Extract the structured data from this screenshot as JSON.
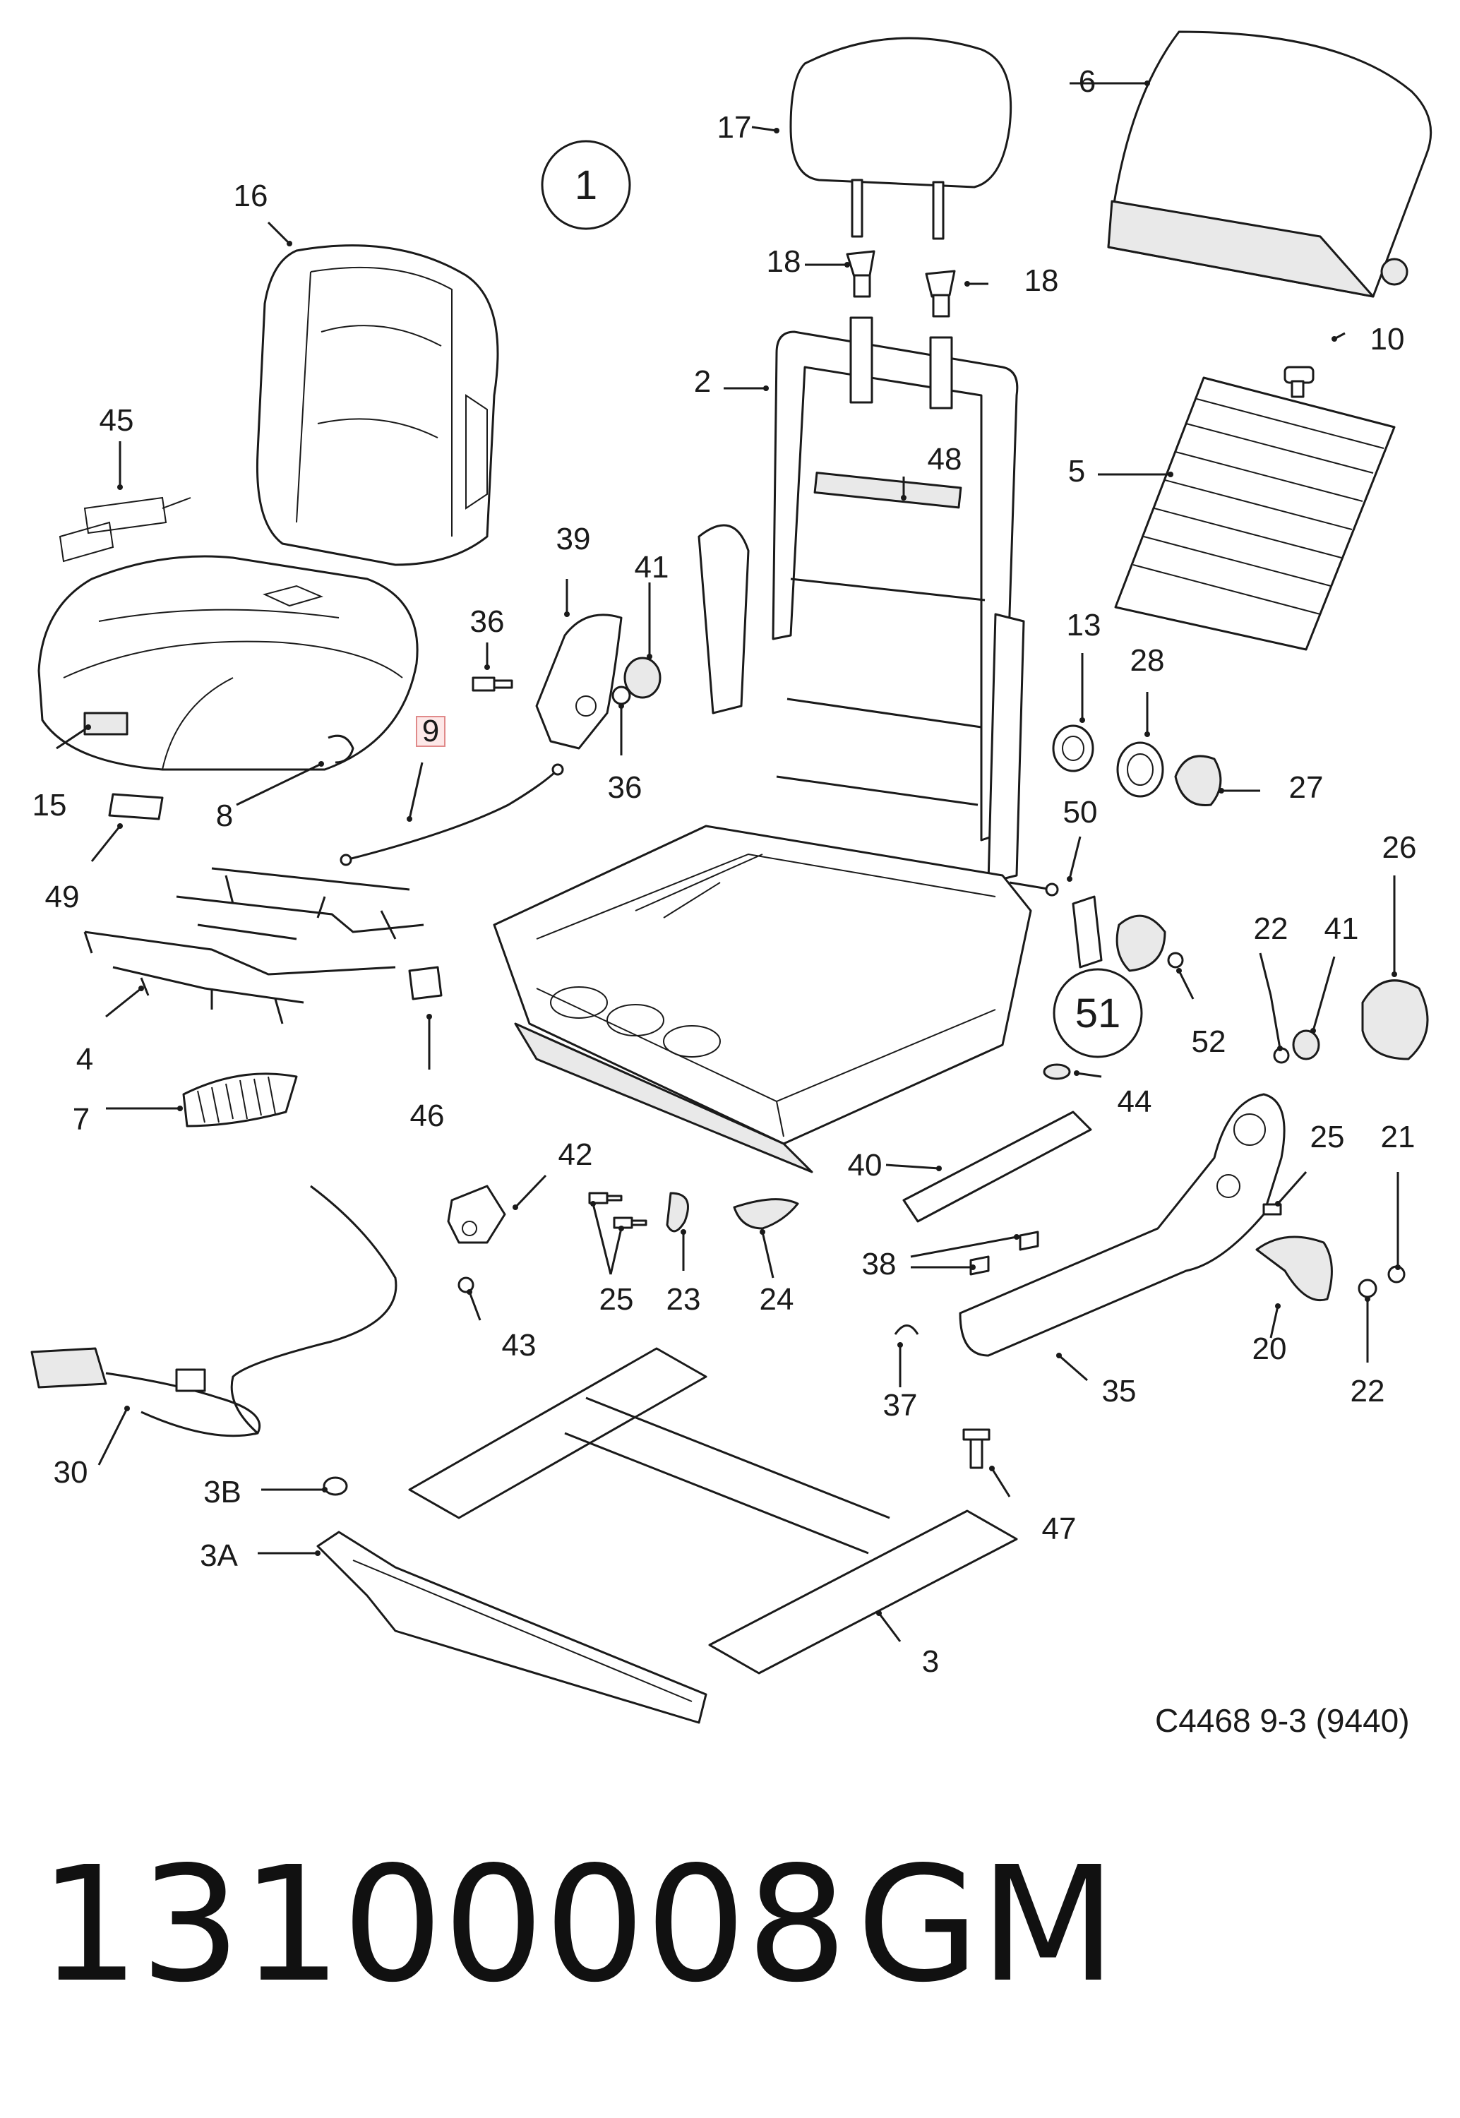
{
  "diagram": {
    "callouts": {
      "c1": "1",
      "c2": "2",
      "c3": "3",
      "c3a": "3A",
      "c3b": "3B",
      "c4": "4",
      "c5": "5",
      "c6": "6",
      "c7": "7",
      "c8": "8",
      "c9": "9",
      "c10": "10",
      "c13": "13",
      "c15": "15",
      "c16": "16",
      "c17": "17",
      "c18a": "18",
      "c18b": "18",
      "c20": "20",
      "c21": "21",
      "c22a": "22",
      "c22b": "22",
      "c23": "23",
      "c24": "24",
      "c25a": "25",
      "c25b": "25",
      "c26": "26",
      "c27": "27",
      "c28": "28",
      "c30": "30",
      "c35": "35",
      "c36a": "36",
      "c36b": "36",
      "c37": "37",
      "c38": "38",
      "c39": "39",
      "c40": "40",
      "c41a": "41",
      "c41b": "41",
      "c42": "42",
      "c43": "43",
      "c44": "44",
      "c45": "45",
      "c46": "46",
      "c47": "47",
      "c48": "48",
      "c49": "49",
      "c50": "50",
      "c51": "51",
      "c52": "52"
    },
    "highlighted_callout": "9",
    "reference_code": "C4468 9-3 (9440)"
  },
  "footer": {
    "part_number": "13100008",
    "brand": "GM"
  },
  "colors": {
    "line": "#1a1a1a",
    "highlight_fill": "#fde8e8",
    "highlight_border": "#e08a8a"
  }
}
